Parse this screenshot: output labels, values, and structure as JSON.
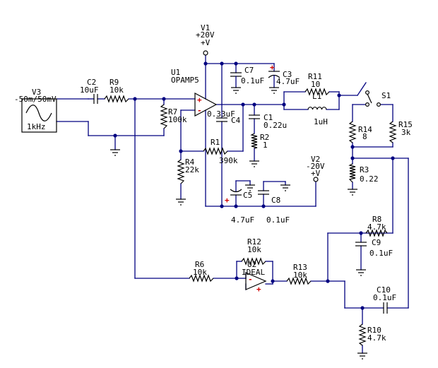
{
  "supplies": {
    "v1": {
      "ref": "V1",
      "value": "+20V",
      "sym": "+V"
    },
    "v2": {
      "ref": "V2",
      "value": "-20V",
      "sym": "+V"
    }
  },
  "source": {
    "ref": "V3",
    "value": "-50m/50mV",
    "freq": "1kHz"
  },
  "opamps": {
    "u1": {
      "ref": "U1",
      "model": "OPAMP5",
      "plus": "+",
      "minus": "-"
    },
    "u2": {
      "ref": "U2",
      "model": "IDEAL",
      "plus": "+",
      "minus": "-"
    }
  },
  "capacitors": {
    "c1": {
      "ref": "C1",
      "value": "0.22u"
    },
    "c2": {
      "ref": "C2",
      "value": "10uF"
    },
    "c3": {
      "ref": "C3",
      "value": "4.7uF"
    },
    "c4": {
      "ref": "C4",
      "value": "0.33uF"
    },
    "c5": {
      "ref": "C5",
      "value": "4.7uF"
    },
    "c7": {
      "ref": "C7",
      "value": "0.1uF"
    },
    "c8": {
      "ref": "C8",
      "value": "0.1uF"
    },
    "c9": {
      "ref": "C9",
      "value": "0.1uF"
    },
    "c10": {
      "ref": "C10",
      "value": "0.1uF"
    }
  },
  "resistors": {
    "r1": {
      "ref": "R1",
      "value": "390k"
    },
    "r2": {
      "ref": "R2",
      "value": "1"
    },
    "r3": {
      "ref": "R3",
      "value": "0.22"
    },
    "r4": {
      "ref": "R4",
      "value": "22k"
    },
    "r6": {
      "ref": "R6",
      "value": "10k"
    },
    "r7": {
      "ref": "R7",
      "value": "100k"
    },
    "r8": {
      "ref": "R8",
      "value": "4.7k"
    },
    "r9": {
      "ref": "R9",
      "value": "10k"
    },
    "r10": {
      "ref": "R10",
      "value": "4.7k"
    },
    "r11": {
      "ref": "R11",
      "value": "10"
    },
    "r12": {
      "ref": "R12",
      "value": "10k"
    },
    "r13": {
      "ref": "R13",
      "value": "10k"
    },
    "r14": {
      "ref": "R14",
      "value": "8"
    },
    "r15": {
      "ref": "R15",
      "value": "3k"
    }
  },
  "inductors": {
    "l1": {
      "ref": "L1",
      "value": "1uH"
    }
  },
  "switches": {
    "s1": {
      "ref": "S1"
    }
  }
}
